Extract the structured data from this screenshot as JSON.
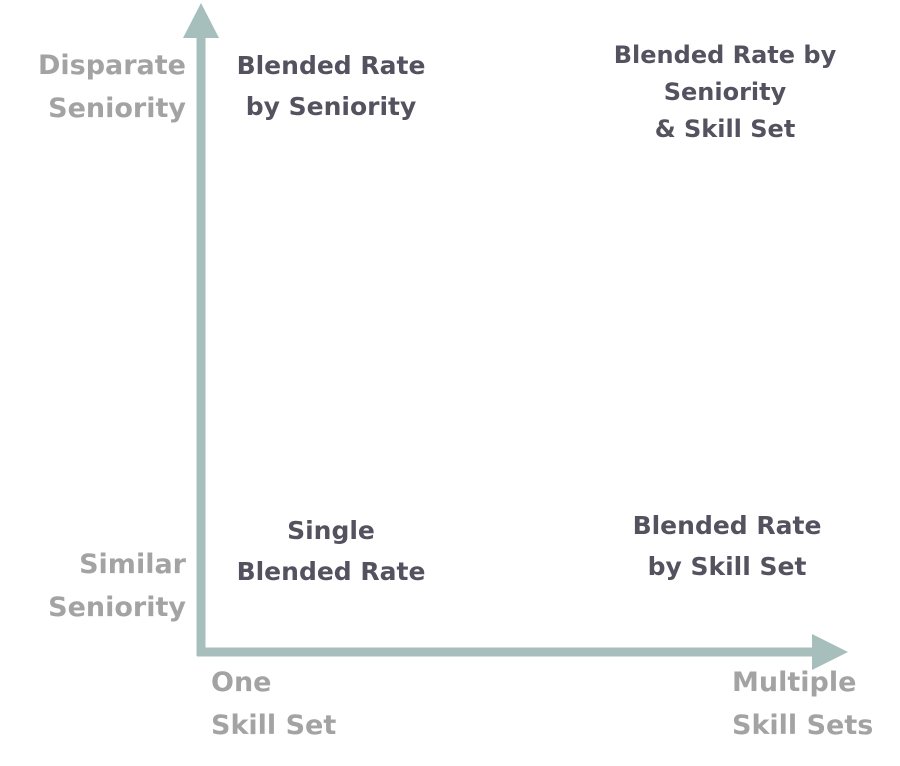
{
  "y_axis": {
    "top_label": [
      "Disparate",
      "Seniority"
    ],
    "bottom_label": [
      "Similar",
      "Seniority"
    ]
  },
  "x_axis": {
    "left_label": [
      "One",
      "Skill Set"
    ],
    "right_label": [
      "Multiple",
      "Skill Sets"
    ]
  },
  "quadrants": {
    "top_left": [
      "Blended Rate",
      "by Seniority"
    ],
    "top_right": [
      "Blended Rate by",
      "Seniority",
      "& Skill Set"
    ],
    "bottom_left": [
      "Single",
      "Blended Rate"
    ],
    "bottom_right": [
      "Blended Rate",
      "by Skill Set"
    ]
  },
  "colors": {
    "axis": "#a6bfbd",
    "axis_label": "#a3a3a3",
    "quadrant_text": "#55525f"
  }
}
